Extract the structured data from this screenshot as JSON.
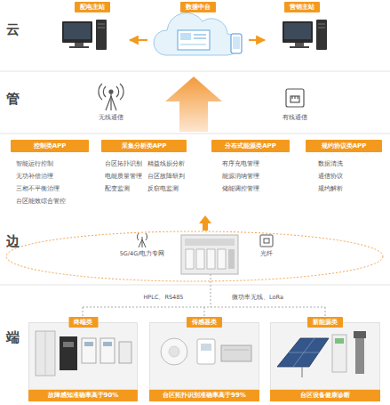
{
  "diagram": {
    "nodes": [
      {
        "text": [
          "配电主站"
        ]
      },
      {
        "text": [
          "数据中台"
        ]
      },
      {
        "text": [
          "营销主站"
        ]
      },
      {
        "text": [
          "控制类APP"
        ]
      },
      {
        "text": [
          "采集分析类APP"
        ]
      },
      {
        "text": [
          "分布式能源类APP"
        ]
      },
      {
        "text": [
          "规约协议类APP"
        ]
      },
      {
        "text": [
          "终端类",
          "故障感知准确率高于90%"
        ]
      },
      {
        "text": [
          "传感器类",
          "台区拓扑识别准确率高于99%"
        ]
      },
      {
        "text": [
          "新能源类",
          "台区设备健康诊断"
        ]
      }
    ],
    "edges": [
      {
        "from": 1,
        "to": 0,
        "arrow": "to"
      },
      {
        "from": 1,
        "to": 2,
        "arrow": "to"
      }
    ],
    "labels": [
      "云",
      "管",
      "无线通信",
      "有线通信",
      "边",
      "智能运行控制",
      "无功补偿治理",
      "三相不平衡治理",
      "台区能效综合管控",
      "台区拓扑识别",
      "精益线损分析",
      "电能质量管理",
      "台区故障研判",
      "配变监测",
      "反窃电监测",
      "有序充电管理",
      "能源消纳管理",
      "储能调控管理",
      "数据清洗",
      "通信协议",
      "规约解析",
      "5G/4G/电力专网",
      "光纤",
      "HPLC、RS485",
      "微功率无线、LoRa",
      "端"
    ]
  }
}
